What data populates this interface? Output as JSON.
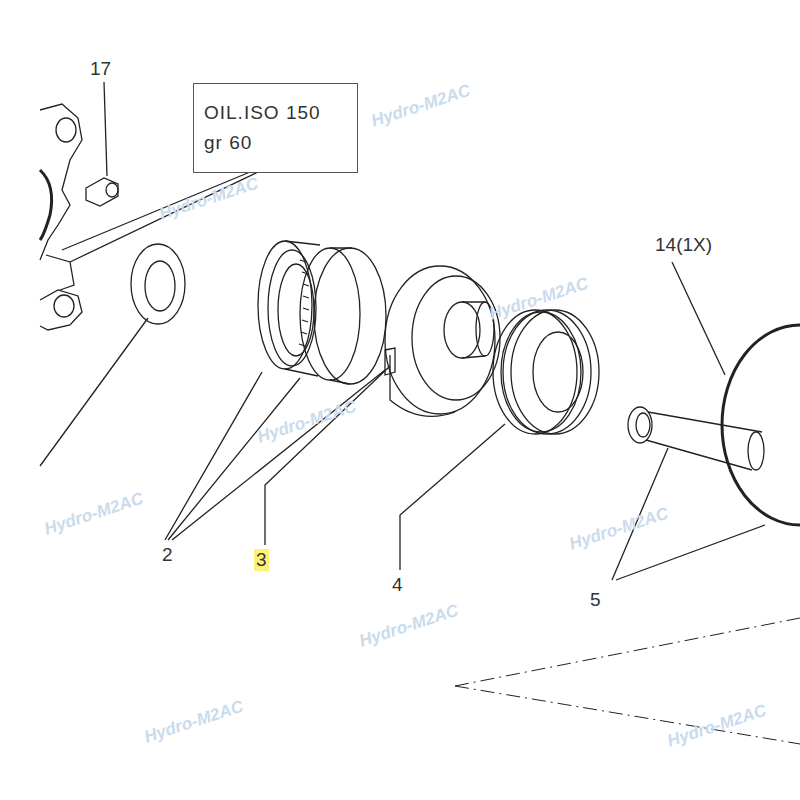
{
  "diagram": {
    "nodes": [
      {
        "text": [
          "OIL.ISO 150 gr 60"
        ]
      }
    ],
    "labels": [
      "17",
      "2",
      "3",
      "4",
      "5",
      "14(1X)",
      "Hydro-M2AC",
      "Hydro-M2AC",
      "Hydro-M2AC",
      "Hydro-M2AC",
      "Hydro-M2AC",
      "Hydro-M2AC",
      "Hydro-M2AC",
      "Hydro-M2AC",
      "Hydro-M2AC"
    ]
  }
}
